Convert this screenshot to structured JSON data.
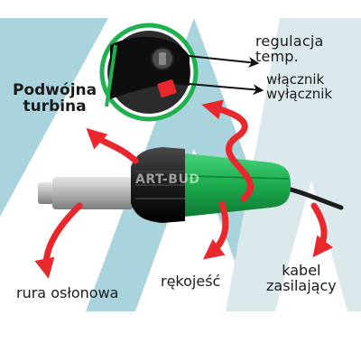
{
  "labels": {
    "temperature_line1": "regulacja",
    "temperature_line2": "temp.",
    "switch_line1": "włącznik",
    "switch_line2": "wyłącznik",
    "turbine_line1": "Podwójna",
    "turbine_line2": "turbina",
    "nozzle": "rura osłonowa",
    "handle": "rękojeść",
    "cable_line1": "kabel",
    "cable_line2": "zasilający"
  },
  "watermark": "ART-BUD",
  "colors": {
    "background_triangle": "#a9d4de",
    "background_triangle_light": "#dce9ec",
    "tool_green": "#1fb050",
    "tool_green_dark": "#0f7a34",
    "tool_black": "#1c1c1c",
    "metal": "#b9b9b9",
    "arrow_red": "#e8282c",
    "switch_red": "#e8282c",
    "text": "#1a1a1a"
  },
  "icons": [
    "heat-gun-illustration",
    "curved-arrow-icon",
    "straight-arrow-icon"
  ]
}
